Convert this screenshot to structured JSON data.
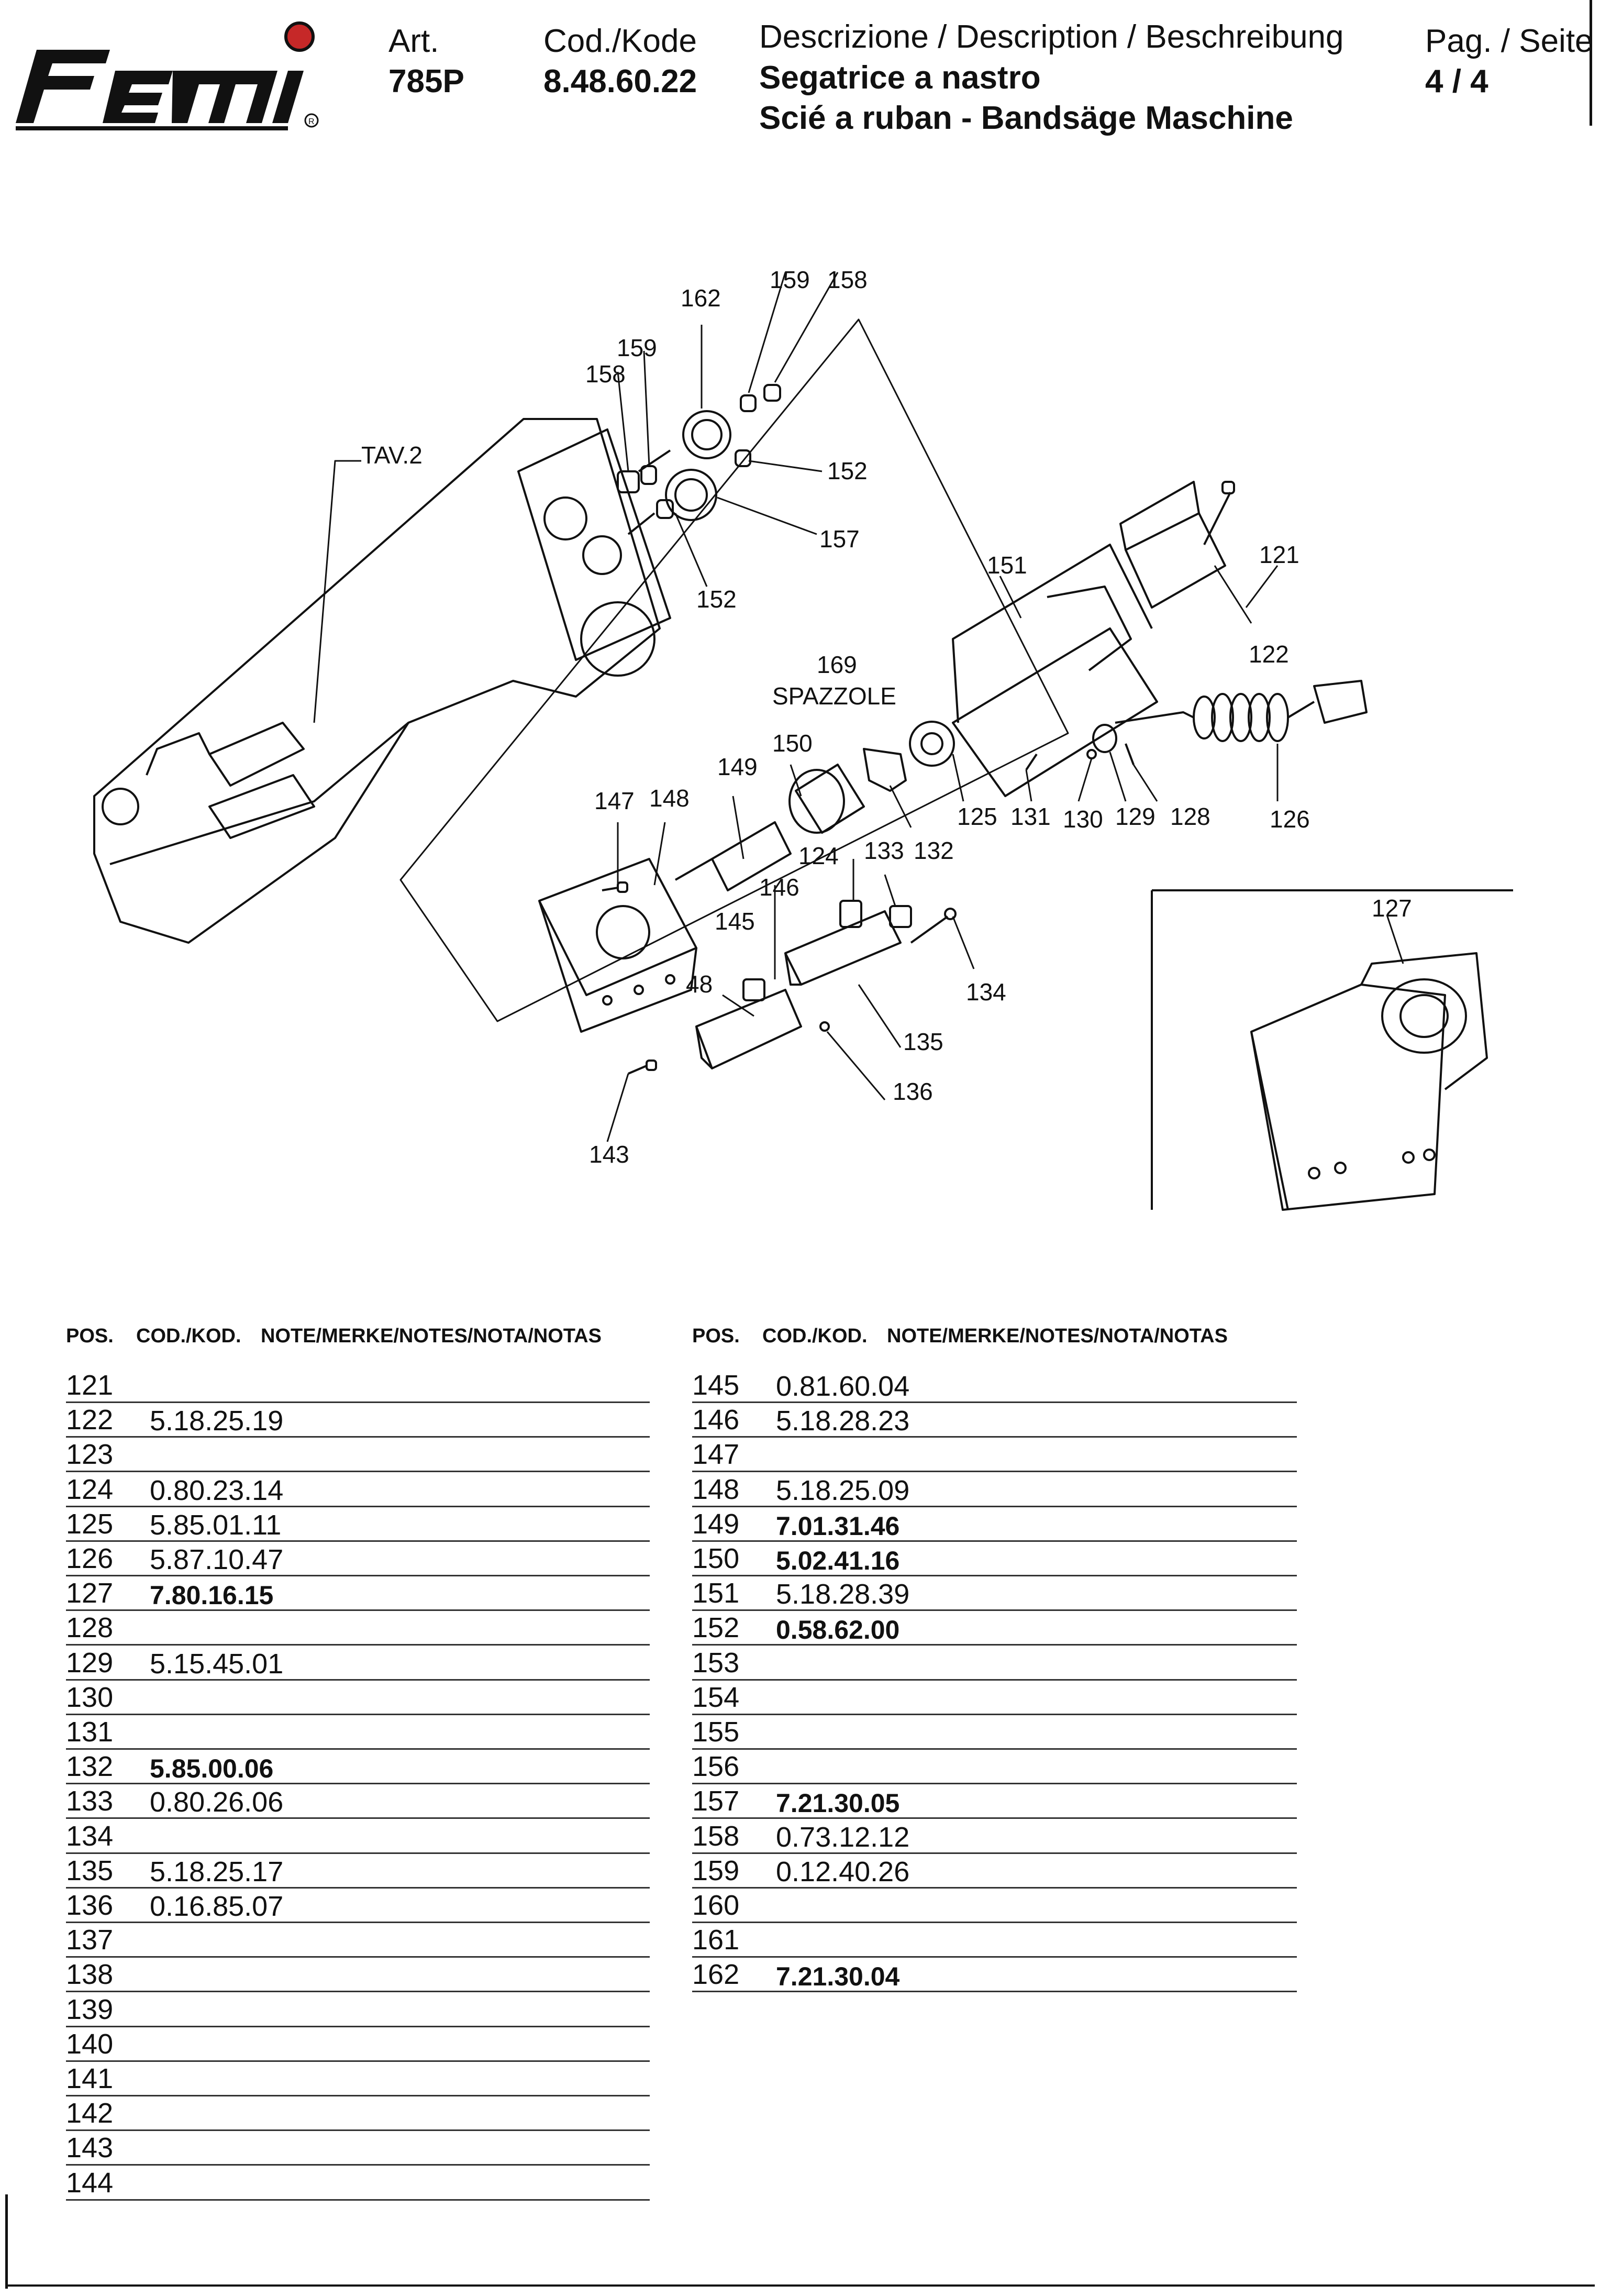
{
  "header": {
    "logo_text": "femi",
    "art_label": "Art.",
    "art_value": "785P",
    "code_label": "Cod./Kode",
    "code_value": "8.48.60.22",
    "desc_label": "Descrizione / Description / Beschreibung",
    "desc_line1": "Segatrice a nastro",
    "desc_line2": "Scié a ruban - Bandsäge Maschine",
    "page_label": "Pag. / Seite",
    "page_value": "4 / 4"
  },
  "drawing": {
    "callouts": {
      "c162": "162",
      "c159a": "159",
      "c158a": "158",
      "c159b": "159",
      "c158b": "158",
      "c152a": "152",
      "c157": "157",
      "c152b": "152",
      "tav2": "TAV.2",
      "c151": "151",
      "c121": "121",
      "c122": "122",
      "c169": "169",
      "spazzole": "SPAZZOLE",
      "c150": "150",
      "c149": "149",
      "c147": "147",
      "c148": "148",
      "c125": "125",
      "c131": "131",
      "c130": "130",
      "c129": "129",
      "c128": "128",
      "c126": "126",
      "c124": "124",
      "c133": "133",
      "c132": "132",
      "c146": "146",
      "c145": "145",
      "c48": "48",
      "c134": "134",
      "c135": "135",
      "c136": "136",
      "c143": "143",
      "c127": "127"
    }
  },
  "table_left": {
    "headers": {
      "pos": "POS.",
      "code": "COD./KOD.",
      "notes": "NOTE/MERKE/NOTES/NOTA/NOTAS"
    },
    "rows": [
      {
        "pos": "121",
        "code": ""
      },
      {
        "pos": "122",
        "code": "5.18.25.19"
      },
      {
        "pos": "123",
        "code": ""
      },
      {
        "pos": "124",
        "code": "0.80.23.14"
      },
      {
        "pos": "125",
        "code": "5.85.01.11"
      },
      {
        "pos": "126",
        "code": "5.87.10.47"
      },
      {
        "pos": "127",
        "code": "7.80.16.15",
        "bold": true
      },
      {
        "pos": "128",
        "code": ""
      },
      {
        "pos": "129",
        "code": "5.15.45.01"
      },
      {
        "pos": "130",
        "code": ""
      },
      {
        "pos": "131",
        "code": ""
      },
      {
        "pos": "132",
        "code": "5.85.00.06",
        "bold": true
      },
      {
        "pos": "133",
        "code": "0.80.26.06"
      },
      {
        "pos": "134",
        "code": ""
      },
      {
        "pos": "135",
        "code": "5.18.25.17"
      },
      {
        "pos": "136",
        "code": "0.16.85.07"
      },
      {
        "pos": "137",
        "code": ""
      },
      {
        "pos": "138",
        "code": ""
      },
      {
        "pos": "139",
        "code": ""
      },
      {
        "pos": "140",
        "code": ""
      },
      {
        "pos": "141",
        "code": ""
      },
      {
        "pos": "142",
        "code": ""
      },
      {
        "pos": "143",
        "code": ""
      },
      {
        "pos": "144",
        "code": ""
      }
    ]
  },
  "table_right": {
    "headers": {
      "pos": "POS.",
      "code": "COD./KOD.",
      "notes": "NOTE/MERKE/NOTES/NOTA/NOTAS"
    },
    "rows": [
      {
        "pos": "145",
        "code": "0.81.60.04"
      },
      {
        "pos": "146",
        "code": "5.18.28.23"
      },
      {
        "pos": "147",
        "code": ""
      },
      {
        "pos": "148",
        "code": "5.18.25.09"
      },
      {
        "pos": "149",
        "code": "7.01.31.46",
        "bold": true
      },
      {
        "pos": "150",
        "code": "5.02.41.16",
        "bold": true
      },
      {
        "pos": "151",
        "code": "5.18.28.39"
      },
      {
        "pos": "152",
        "code": "0.58.62.00",
        "bold": true
      },
      {
        "pos": "153",
        "code": ""
      },
      {
        "pos": "154",
        "code": ""
      },
      {
        "pos": "155",
        "code": ""
      },
      {
        "pos": "156",
        "code": ""
      },
      {
        "pos": "157",
        "code": "7.21.30.05",
        "bold": true
      },
      {
        "pos": "158",
        "code": "0.73.12.12"
      },
      {
        "pos": "159",
        "code": "0.12.40.26"
      },
      {
        "pos": "160",
        "code": ""
      },
      {
        "pos": "161",
        "code": ""
      },
      {
        "pos": "162",
        "code": "7.21.30.04",
        "bold": true
      }
    ]
  }
}
